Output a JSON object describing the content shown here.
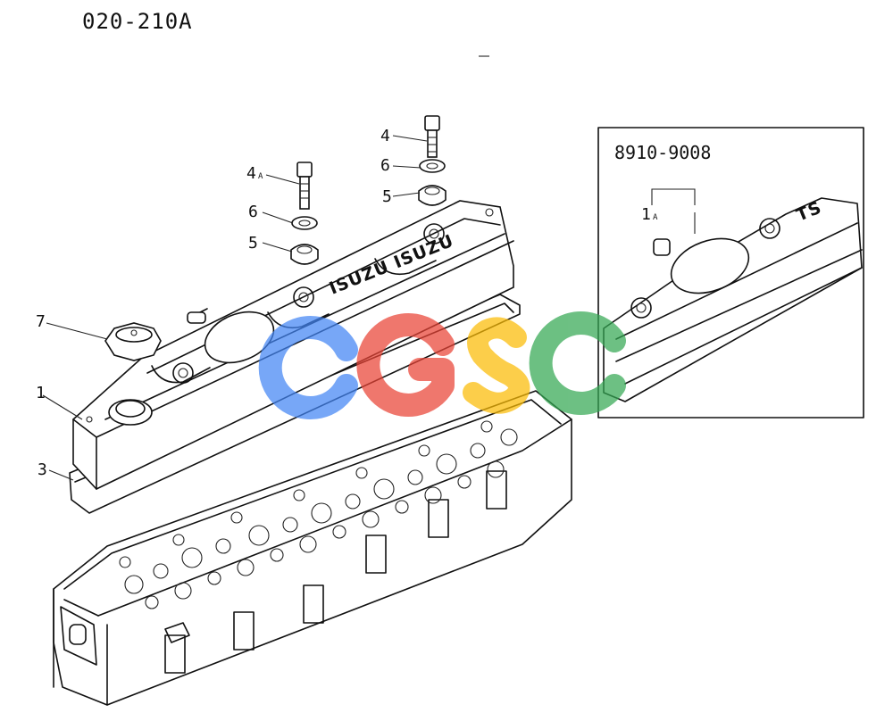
{
  "figure_code": "020-210A",
  "inset": {
    "title": "8910-9008",
    "callout_number": "1",
    "callout_suffix": "A",
    "brand_fragment": "TS"
  },
  "cover_brand": "ISUZU ISUZU",
  "callouts": [
    {
      "number": "4",
      "suffix": "A"
    },
    {
      "number": "6",
      "suffix": ""
    },
    {
      "number": "5",
      "suffix": ""
    },
    {
      "number": "4",
      "suffix": ""
    },
    {
      "number": "6",
      "suffix": ""
    },
    {
      "number": "5",
      "suffix": ""
    },
    {
      "number": "7",
      "suffix": ""
    },
    {
      "number": "1",
      "suffix": ""
    },
    {
      "number": "3",
      "suffix": ""
    }
  ],
  "watermark": {
    "letters": [
      "C",
      "G",
      "S",
      "C"
    ],
    "colors": [
      "#4285F4",
      "#EA4335",
      "#FBBC05",
      "#34A853"
    ]
  }
}
